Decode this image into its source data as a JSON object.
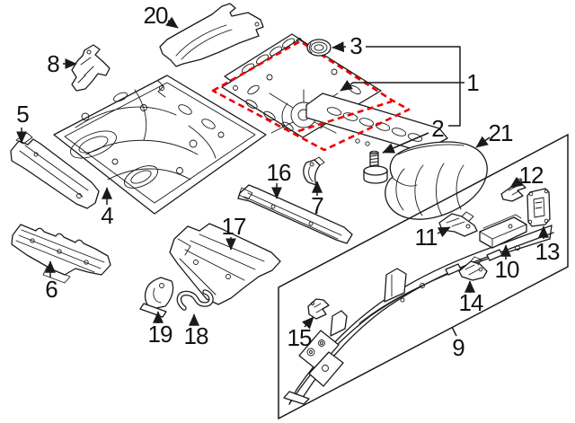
{
  "diagram": {
    "kind": "exploded-parts-line-diagram",
    "colors": {
      "background": "#ffffff",
      "line": "#1a1a1a",
      "highlight": "#ee0000"
    },
    "highlight": {
      "style": "red-dashed-outline",
      "target_callout": "1"
    },
    "group_box": {
      "shape": "slanted-parallelogram",
      "labeled_by_callout": "9"
    },
    "callouts": [
      {
        "label": "1"
      },
      {
        "label": "2"
      },
      {
        "label": "3"
      },
      {
        "label": "4"
      },
      {
        "label": "5"
      },
      {
        "label": "6"
      },
      {
        "label": "7"
      },
      {
        "label": "8"
      },
      {
        "label": "9"
      },
      {
        "label": "10"
      },
      {
        "label": "11"
      },
      {
        "label": "12"
      },
      {
        "label": "13"
      },
      {
        "label": "14"
      },
      {
        "label": "15"
      },
      {
        "label": "16"
      },
      {
        "label": "17"
      },
      {
        "label": "18"
      },
      {
        "label": "19"
      },
      {
        "label": "20"
      },
      {
        "label": "21"
      }
    ]
  }
}
